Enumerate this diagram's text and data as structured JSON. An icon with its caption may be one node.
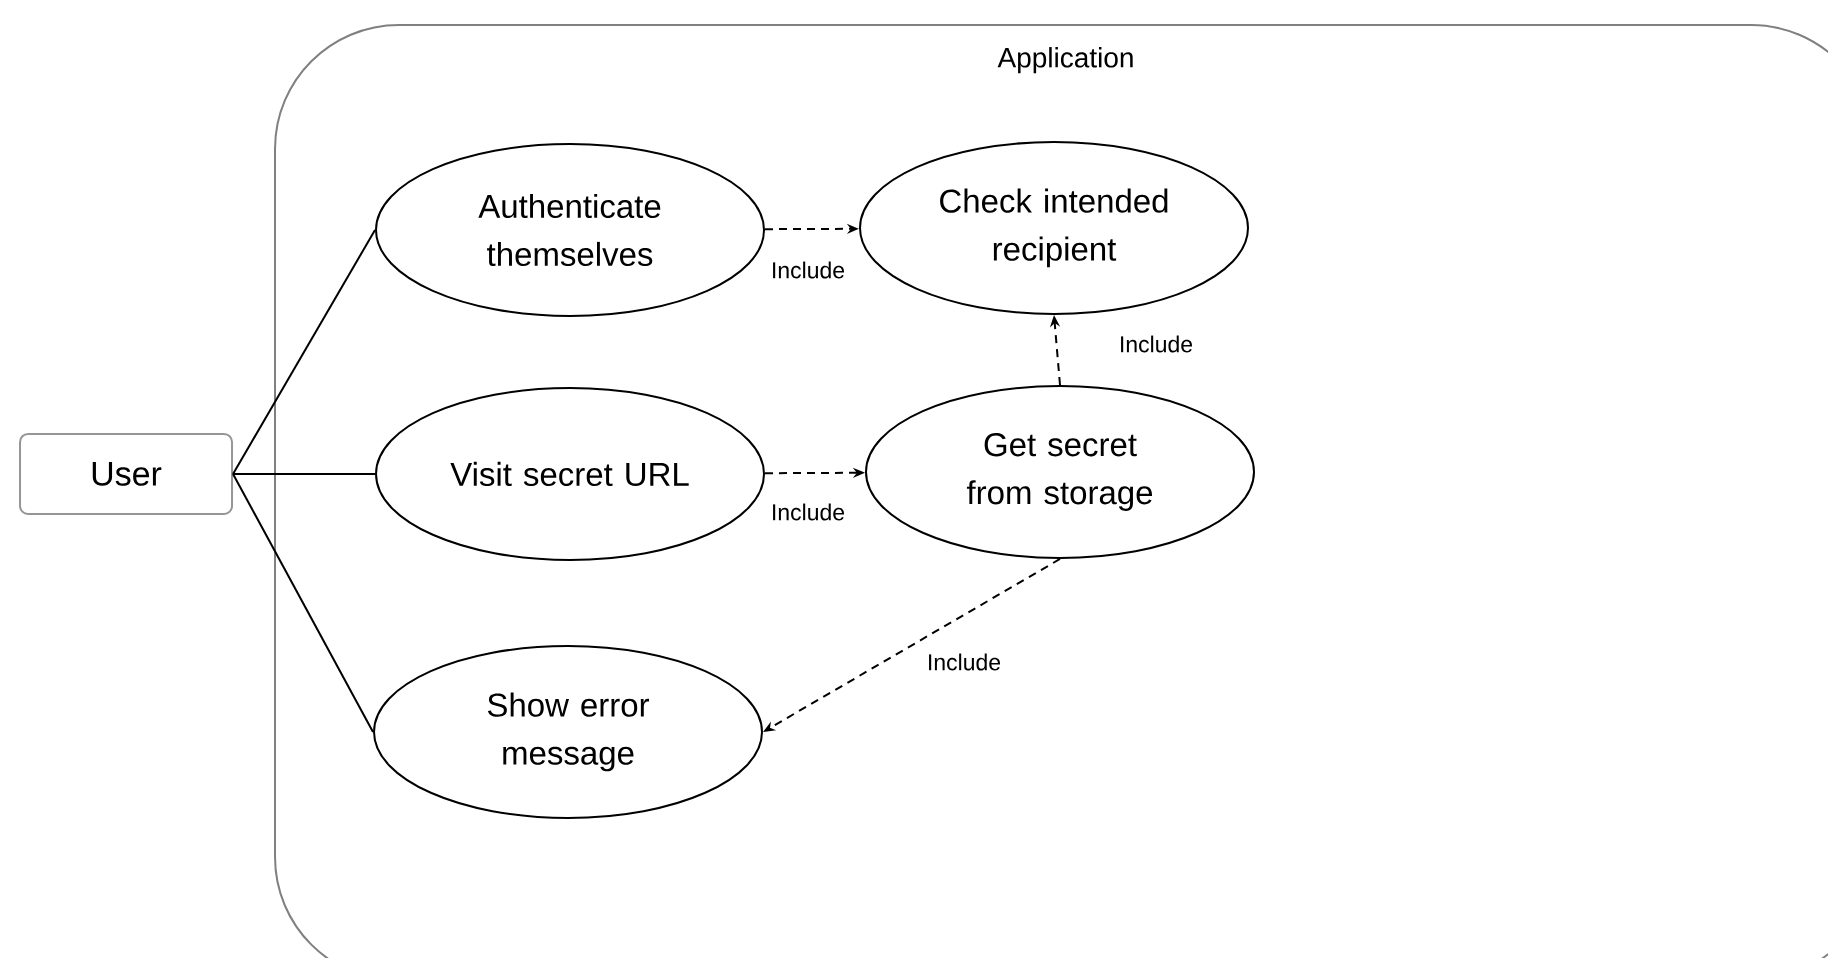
{
  "diagram": {
    "nodes": [
      {
        "text": [
          "Application"
        ]
      },
      {
        "text": [
          "User"
        ]
      },
      {
        "text": [
          "Authenticate themselves"
        ],
        "in": 0
      },
      {
        "text": [
          "Check intended recipient"
        ],
        "in": 0
      },
      {
        "text": [
          "Visit secret URL"
        ],
        "in": 0
      },
      {
        "text": [
          "Get secret from storage"
        ],
        "in": 0
      },
      {
        "text": [
          "Show error message"
        ],
        "in": 0
      }
    ],
    "edges": [
      {
        "from": 1,
        "to": 2,
        "arrow": "none"
      },
      {
        "from": 1,
        "to": 4,
        "arrow": "none"
      },
      {
        "from": 1,
        "to": 6,
        "arrow": "none"
      },
      {
        "from": 2,
        "to": 3,
        "arrow": "to",
        "style": "dashed",
        "label": "Include"
      },
      {
        "from": 4,
        "to": 5,
        "arrow": "to",
        "style": "dashed",
        "label": "Include"
      },
      {
        "from": 5,
        "to": 3,
        "arrow": "to",
        "style": "dashed",
        "label": "Include"
      },
      {
        "from": 5,
        "to": 6,
        "arrow": "to",
        "style": "dashed",
        "label": "Include"
      }
    ]
  }
}
